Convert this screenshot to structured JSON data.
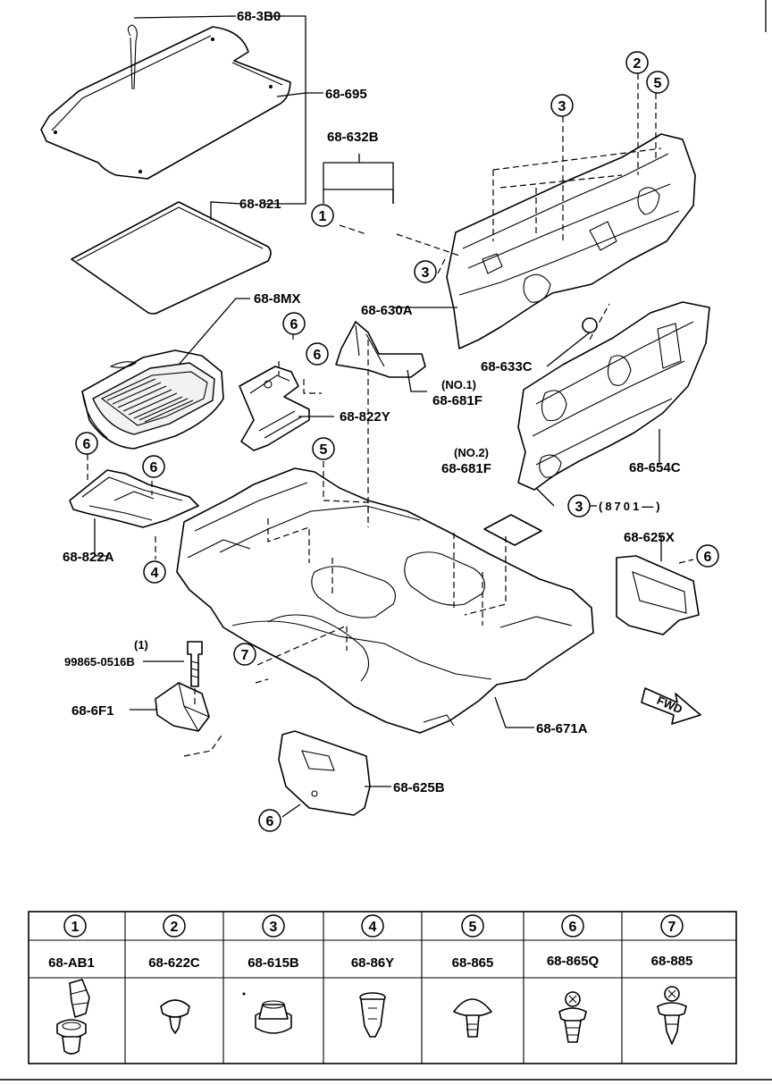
{
  "labels": {
    "p_3b0": "68-3B0",
    "p_695": "68-695",
    "p_632b": "68-632B",
    "p_821": "68-821",
    "p_8mx": "68-8MX",
    "p_630a": "68-630A",
    "p_633c": "68-633C",
    "p_681f_no1_tag": "(NO.1)",
    "p_681f_no1": "68-681F",
    "p_822y": "68-822Y",
    "p_681f_no2_tag": "(NO.2)",
    "p_681f_no2": "68-681F",
    "p_654c": "68-654C",
    "p_822a": "68-822A",
    "p_625x": "68-625X",
    "p_bolt_qty": "(1)",
    "p_bolt": "99865-0516B",
    "p_6f1": "68-6F1",
    "p_671a": "68-671A",
    "p_625b": "68-625B",
    "note_8701": "(8701—)",
    "fwd": "FWD"
  },
  "callouts": {
    "c1": "1",
    "c2": "2",
    "c3a": "3",
    "c3b": "3",
    "c3c": "3",
    "c4": "4",
    "c5a": "5",
    "c5b": "5",
    "c6a": "6",
    "c6b": "6",
    "c6c": "6",
    "c6d": "6",
    "c6e": "6",
    "c6f": "6",
    "c7": "7"
  },
  "legend": [
    {
      "num": "1",
      "part": "68-AB1",
      "icon": "clip-ab1-icon"
    },
    {
      "num": "2",
      "part": "68-622C",
      "icon": "push-pin-icon"
    },
    {
      "num": "3",
      "part": "68-615B",
      "icon": "grommet-nut-icon"
    },
    {
      "num": "4",
      "part": "68-86Y",
      "icon": "plug-clip-icon"
    },
    {
      "num": "5",
      "part": "68-865",
      "icon": "mushroom-clip-icon"
    },
    {
      "num": "6",
      "part": "68-865Q",
      "icon": "screw-rivet-icon"
    },
    {
      "num": "7",
      "part": "68-885",
      "icon": "screw-rivet-long-icon"
    }
  ]
}
